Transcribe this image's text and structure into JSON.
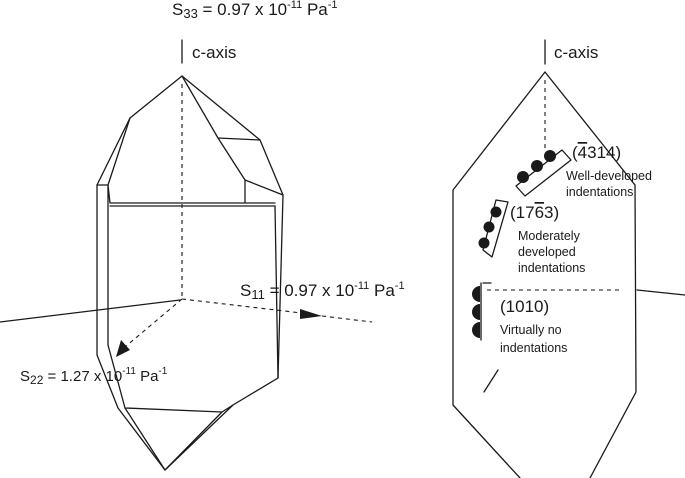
{
  "left_crystal": {
    "s33": {
      "symbol": "S",
      "sub": "33",
      "text": " = 0.97 x 10",
      "exp": "-11",
      "unit": " Pa",
      "unit_exp": "-1"
    },
    "caxis_label": "c-axis",
    "s11": {
      "symbol": "S",
      "sub": "11",
      "text": " = 0.97 x 10",
      "exp": "-11",
      "unit": " Pa",
      "unit_exp": "-1"
    },
    "s22": {
      "symbol": "S",
      "sub": "22",
      "text": " = 1.27 x 10",
      "exp": "-11",
      "unit": " Pa",
      "unit_exp": "-1"
    }
  },
  "right_crystal": {
    "caxis_label": "c-axis",
    "faces": [
      {
        "miller_pre": "(",
        "miller_bar": "4",
        "miller_post": "314)",
        "line1": "Well-developed",
        "line2": "indentations"
      },
      {
        "miller_pre": "(17",
        "miller_bar": "6",
        "miller_post": "3)",
        "line1": "Moderately",
        "line2": "developed",
        "line3": "indentations"
      },
      {
        "miller_pre": "(1010)",
        "line1": "Virtually no",
        "line2": "indentations"
      }
    ]
  }
}
